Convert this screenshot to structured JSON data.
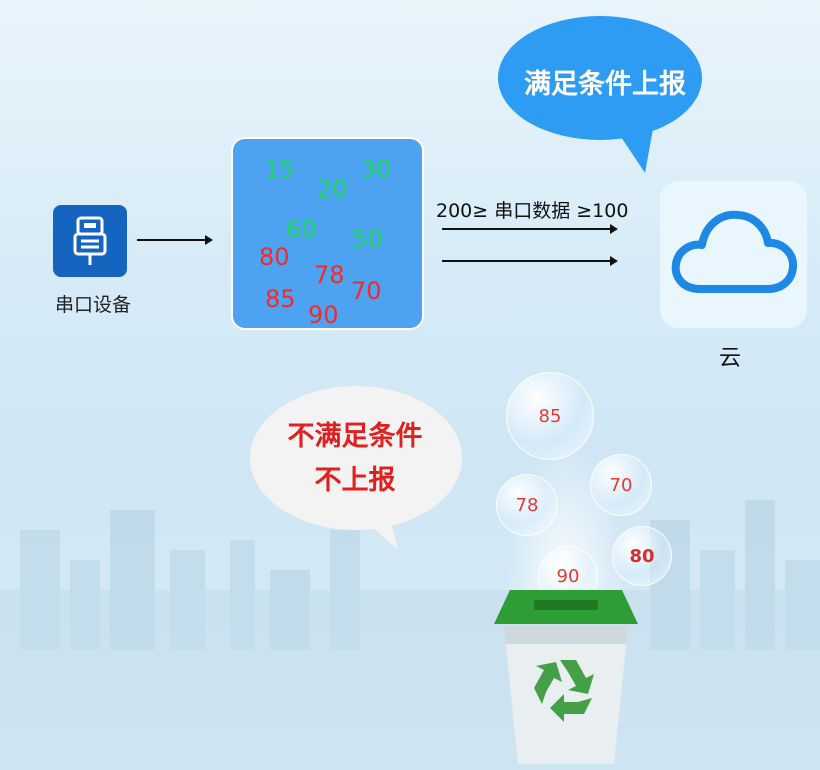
{
  "device": {
    "label": "串口设备",
    "icon": "serial-port-icon"
  },
  "data_box": {
    "green_values": [
      "15",
      "30",
      "20",
      "60",
      "50"
    ],
    "red_values": [
      "80",
      "78",
      "70",
      "85",
      "90"
    ]
  },
  "condition": {
    "label": "200≥ 串口数据 ≥100"
  },
  "cloud": {
    "label": "云",
    "icon": "cloud-icon"
  },
  "callouts": {
    "report": "满足条件上报",
    "no_report_line1": "不满足条件",
    "no_report_line2": "不上报"
  },
  "bubbles": [
    "85",
    "78",
    "70",
    "80",
    "90"
  ],
  "trash": {
    "icon": "recycle-icon"
  },
  "colors": {
    "accent_blue": "#1565c0",
    "data_box": "#4da3f2",
    "green_text": "#1ed760",
    "red_text": "#f02b2b",
    "callout_blue": "#2f9cf4",
    "bin_green": "#2e9d35"
  }
}
